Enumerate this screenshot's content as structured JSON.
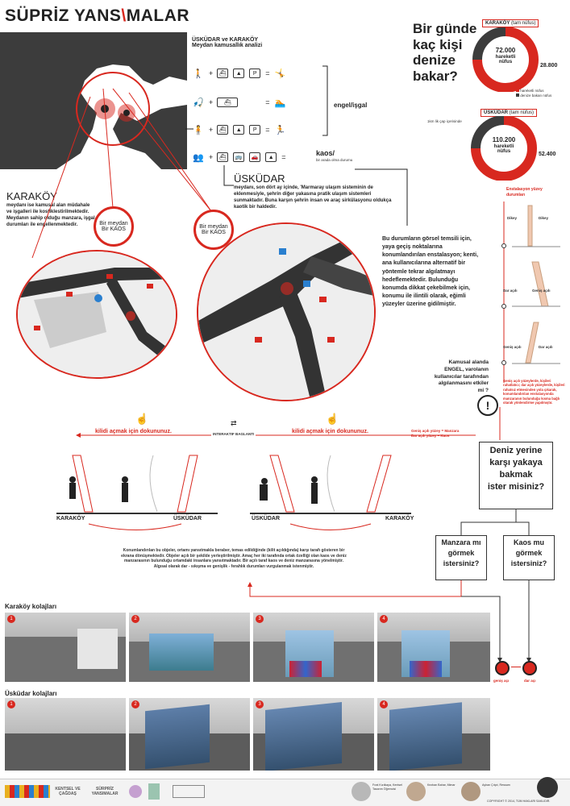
{
  "title": {
    "prefix": "SÜPRİZ YANS",
    "accent": "\\",
    "suffix": "MALAR"
  },
  "analysis": {
    "title": "ÜSKÜDAR ve KARAKÖY",
    "subtitle": "Meydan kamusallık analizi",
    "labels": {
      "engel": "engel/işgal",
      "kaos": "kaos/",
      "kaos_sub": "bir arada olma durumu"
    }
  },
  "question": {
    "line1": "Bir günde",
    "line2": "kaç kişi",
    "line3": "denize",
    "line4": "bakar?"
  },
  "karakoy_stats": {
    "tag": "KARAKÖY",
    "tag_sub": "(tam nüfus)",
    "value": "72.000",
    "label1": "hareketli",
    "label2": "nüfus",
    "side": "28.800",
    "legend1": "hareketli nüfus",
    "legend2": "denize bakan nüfus"
  },
  "uskudar_stats": {
    "tag": "ÜSKÜDAR",
    "tag_sub": "(tam nüfus)",
    "value": "110.200",
    "label1": "hareketli",
    "label2": "nüfus",
    "side": "52.400",
    "radius": "1km lik çap içerisinde"
  },
  "karakoy": {
    "heading": "KARAKÖY",
    "text": "meydanı ise kamusal alan müdahale ve işgalleri ile kostiklestirilmektedir. Meydanın sahip olduğu manzara, işgal durumları ile engellenmektedir.",
    "circle_line1": "Bir meydan",
    "circle_line2": "Bir KAOS"
  },
  "uskudar": {
    "heading": "ÜSKÜDAR",
    "text": "meydanı, son dört ay içinde, 'Marmaray ulaşım sisteminin de eklenmesiyle, şehrin diğer yakasına pratik ulaşım sistemleri sunmaktadır. Buna karşın şehrin insan ve araç sirkülasyonu oldukça kaotik bir haldedir.",
    "circle_line1": "Bir meydan",
    "circle_line2": "Bir KAOS"
  },
  "proposal": "Bu durumların görsel temsili için, yaya geçiş noktalarına konumlandırılan enstalasyon; kenti, ana kullanıcılarına alternatif bir yöntemle tekrar algılatmayı hedeflemektedir. Bulunduğu konumda dikkat çekebilmek için, konumu ile ilintili olarak, eğimli yüzeyler üzerine gidilmiştir.",
  "install_side": {
    "heading": "Enstalasyon yüzey durumları",
    "labels": [
      "Dikey",
      "Dikey",
      "Dar açılı",
      "Geniş açılı",
      "Geniş açılı",
      "Dar açılı"
    ],
    "note": "Geniş açılı yüzeylerde, kişileri rahatlatıcı; dar açılı yüzeylerde, kişileri rahatsız etmesinden yola çıkarak, konumlandırılan enstalasyonda manzaranın bulunduğu kısma bağlı olarak yönlendirme yapılmıştır."
  },
  "engel_q": {
    "text": "Kamusal alanda ENGEL, varolanın kullanıcılar tarafından algılanmasını etkiler mi ?"
  },
  "angle_note": {
    "a": "Geniş açılı yüzey = Manzara",
    "b": "Dar açılı yüzey = Kaos"
  },
  "touch": {
    "left": "kilidi açmak için dokununuz.",
    "right": "kilidi açmak için dokununuz.",
    "link": "INTERAKTIF BAGLANTI"
  },
  "places": {
    "karakoy_left": "KARAKÖY",
    "uskudar_left": "ÜSKÜDAR",
    "uskudar_right": "ÜSKÜDAR",
    "karakoy_right": "KARAKÖY"
  },
  "desc": "Konumlandırılan bu objeler, ortamı yansıtmakla beraber, temas edildiğinde (kilit açıldığında) karşı tarafı gösteren bir ekrana dönüşmektedir. Objeler açılı bir şekilde yerleştirilmiştir. Amaç her iki tarafında ortak özelliği olan kaos ve deniz manzarasının bulunduğu ortamdaki insanlara yansıtmaktadır. Bir açılı taraf kaos ve deniz manzarasına yönelmiştir. Algısal olarak dar - sıkışma ve genişlik - ferahlık durumları vurgulanmak istenmiştir.",
  "deniz_q": {
    "l1": "Deniz yerine",
    "l2": "karşı yakaya",
    "l3": "bakmak",
    "l4": "ister misiniz?"
  },
  "manzara_q": {
    "l1": "Manzara mı",
    "l2": "görmek",
    "l3": "istersiniz?"
  },
  "kaos_q": {
    "l1": "Kaos mu",
    "l2": "görmek",
    "l3": "istersiniz?"
  },
  "toggle": {
    "left": "geniş açı",
    "right": "dar açı"
  },
  "karakoy_collage": "Karaköy kolajları",
  "uskudar_collage": "Üsküdar kolajları",
  "photo_nums": [
    "1",
    "2",
    "3",
    "4"
  ],
  "footer": {
    "logo1": "KENTSEL VE ÇAĞDAŞ",
    "logo2": "SÜRPRİZ YANSIMALAR",
    "copyright": "COPYRIGHT © 2014, TÜM HAKLARI SAKLIDIR.",
    "people": [
      "Fırat Kızılkaya, Kentsel Tasarım Öğrencisi",
      "Kezban Bahar, Mimar",
      "Ayhan Çıtçıt, Ressam"
    ]
  },
  "colors": {
    "accent": "#d8281f",
    "dark": "#3c3c3c"
  }
}
